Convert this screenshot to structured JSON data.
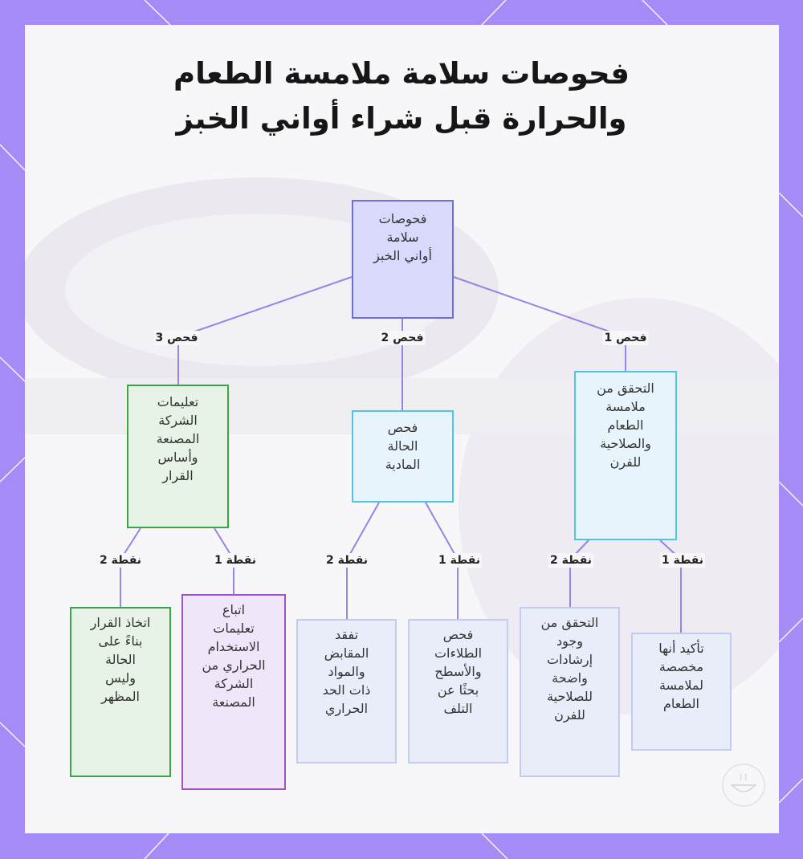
{
  "title": {
    "line1": "فحوصات سلامة ملامسة الطعام",
    "line2": "والحرارة قبل شراء أواني الخبز"
  },
  "nodes": {
    "root": "فحوصات\nسلامة\nأواني الخبز",
    "check1": "التحقق من\nملامسة\nالطعام\nوالصلاحية\nللفرن",
    "check2": "فحص\nالحالة\nالمادية",
    "check3": "تعليمات\nالشركة\nالمصنعة\nوأساس\nالقرار",
    "c1p1": "تأكيد أنها\nمخصصة\nلملامسة\nالطعام",
    "c1p2": "التحقق من\nوجود\nإرشادات\nواضحة\nللصلاحية\nللفرن",
    "c2p1": "فحص\nالطلاءات\nوالأسطح\nبحثًا عن\nالتلف",
    "c2p2": "تفقد\nالمقابض\nوالمواد\nذات الحد\nالحراري",
    "c3p1": "اتباع\nتعليمات\nالاستخدام\nالحراري من\nالشركة\nالمصنعة",
    "c3p2": "اتخاذ القرار\nبناءً على\nالحالة\nوليس\nالمظهر"
  },
  "edge_labels": {
    "check1": "فحص 1",
    "check2": "فحص 2",
    "check3": "فحص 3",
    "point1": "نقطة 1",
    "point2": "نقطة 2"
  },
  "colors": {
    "frame": "#a58bf5",
    "card": "#f7f6f9",
    "connector": "#9b82e6",
    "root_fill": "#d8d9fb",
    "root_border": "#6f6fd6",
    "cyan_border": "#4ec6e3",
    "green_border": "#3aa645",
    "purple_border": "#a154c2",
    "pale_border": "#c3cbee"
  },
  "icons": {
    "frame_decoration": "diagonal-line-pattern",
    "watermark": "bowl-logo-icon"
  }
}
